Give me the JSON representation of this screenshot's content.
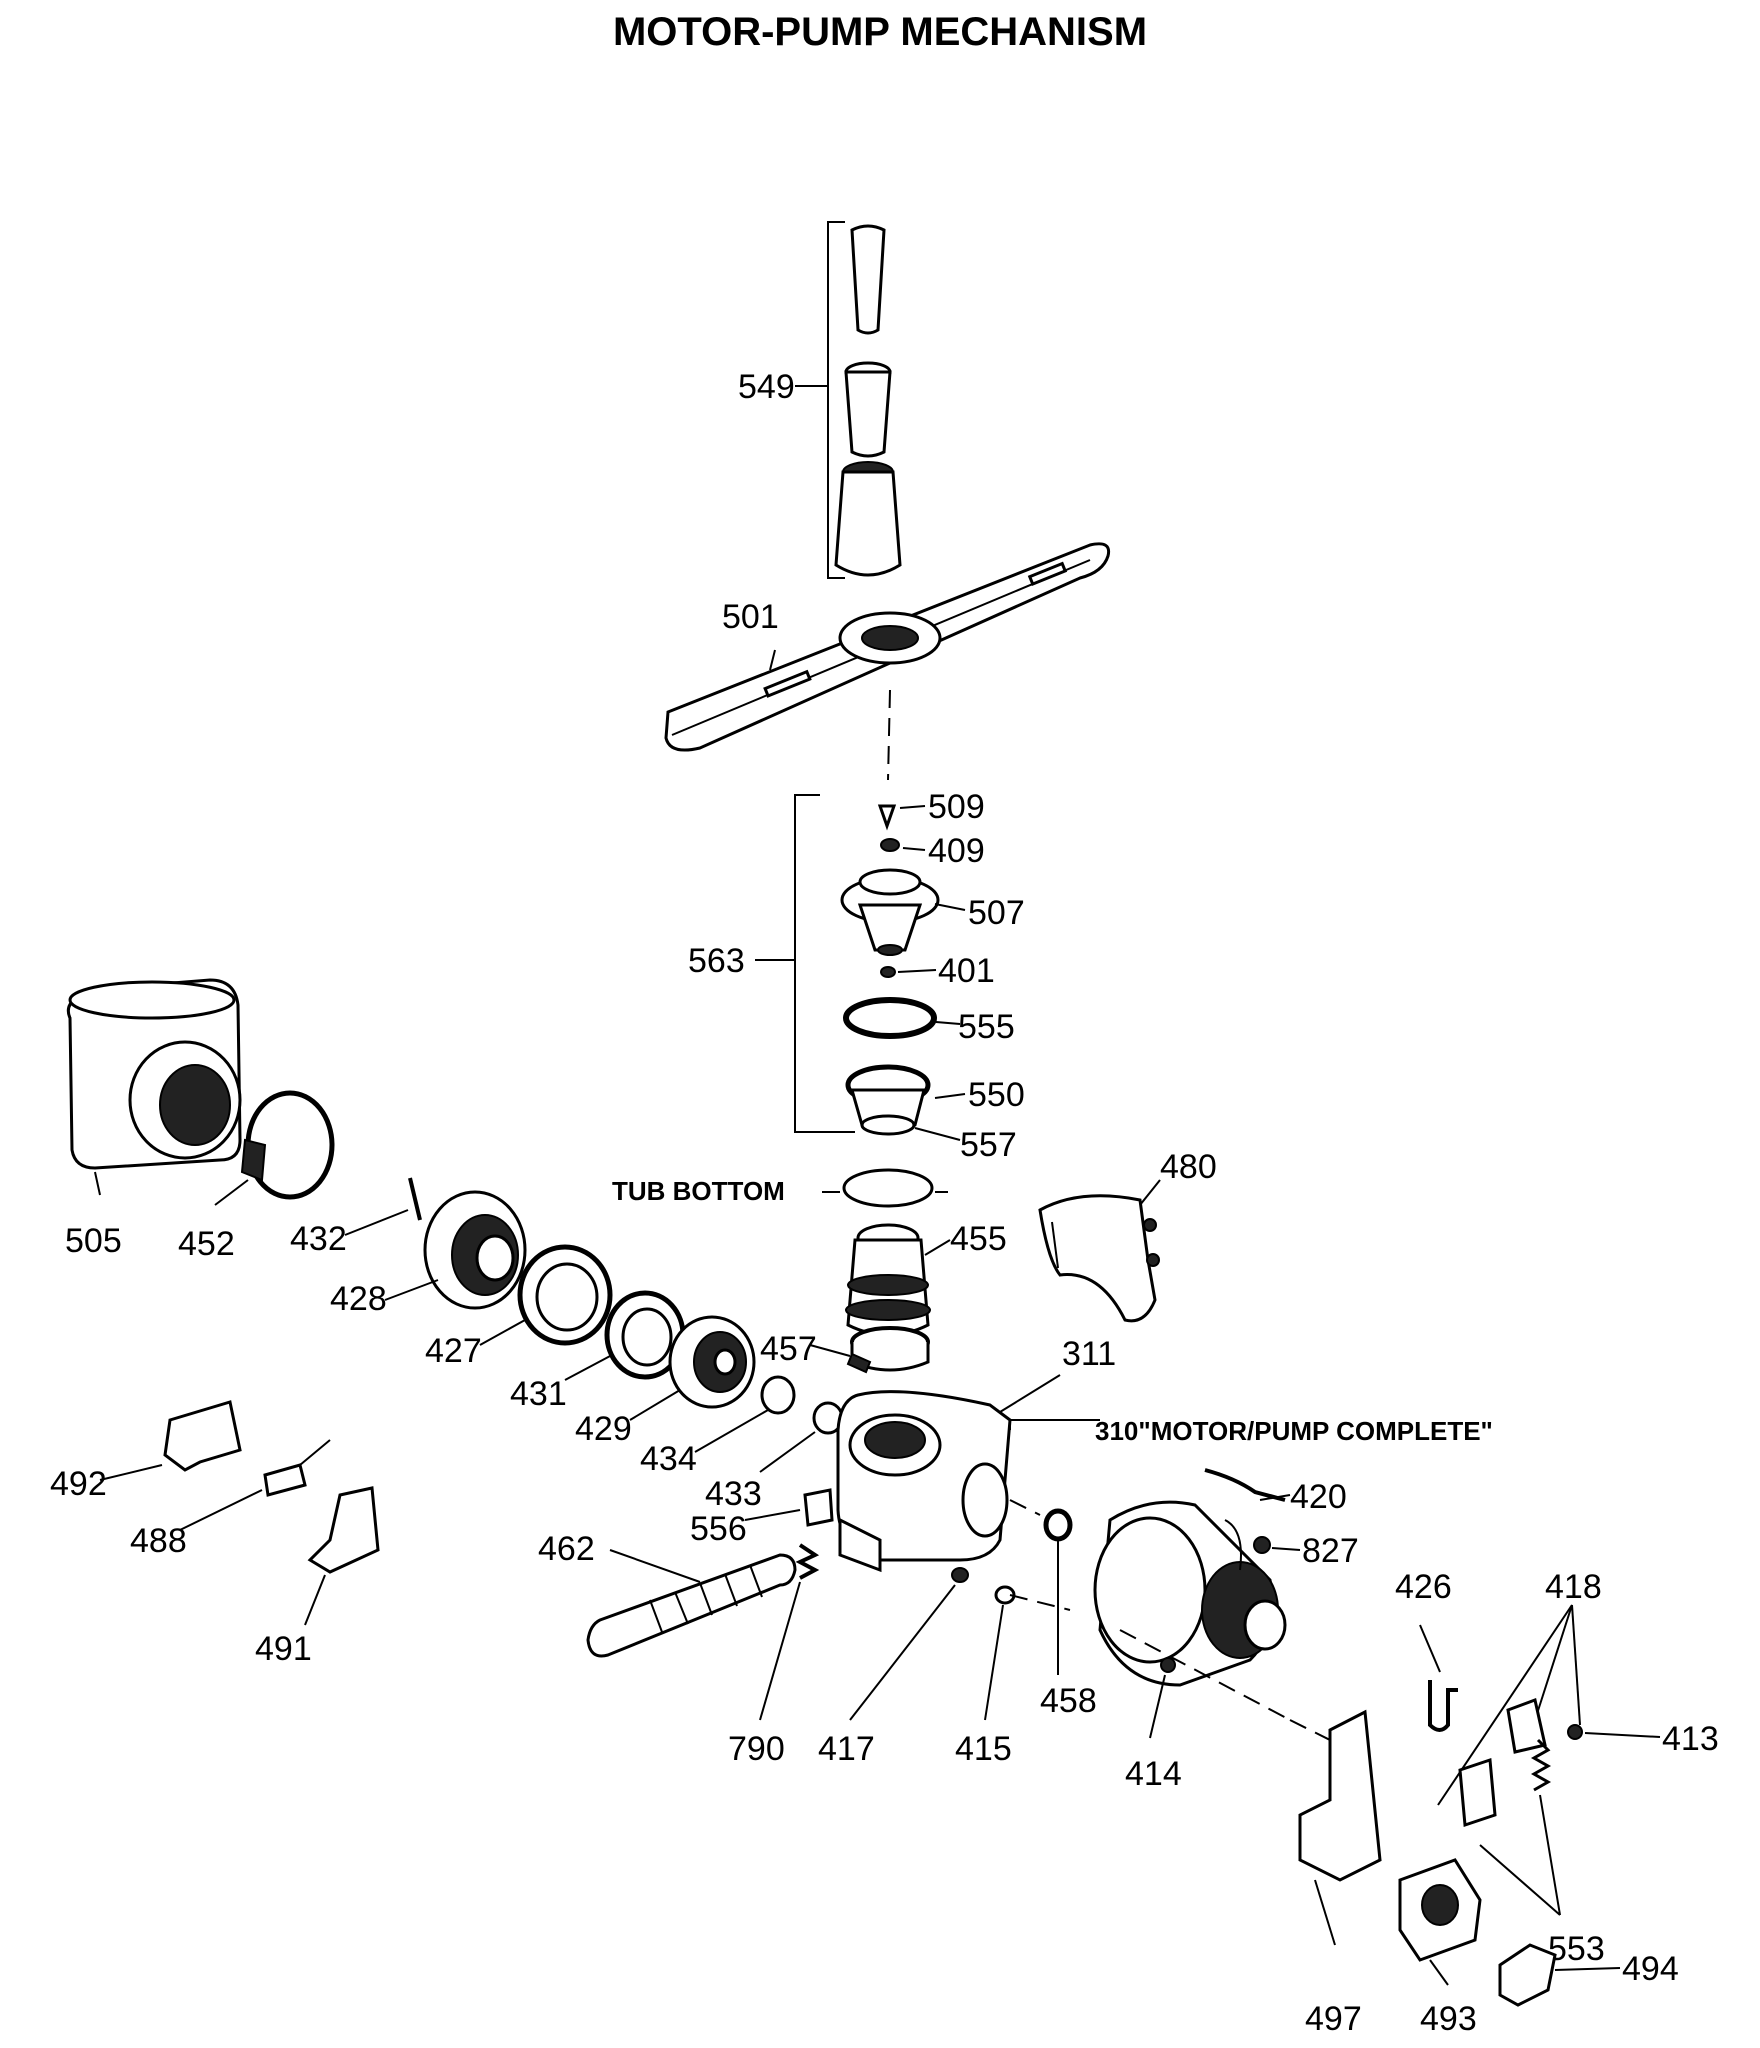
{
  "title": "MOTOR-PUMP MECHANISM",
  "notes": {
    "tub_bottom": "TUB BOTTOM",
    "motor_pump": "310\"MOTOR/PUMP COMPLETE\""
  },
  "labels": {
    "p549": "549",
    "p501": "501",
    "p509": "509",
    "p409": "409",
    "p507": "507",
    "p563": "563",
    "p401": "401",
    "p555": "555",
    "p550": "550",
    "p557": "557",
    "p480": "480",
    "p505": "505",
    "p452": "452",
    "p432": "432",
    "p455": "455",
    "p428": "428",
    "p427": "427",
    "p457": "457",
    "p311": "311",
    "p431": "431",
    "p429": "429",
    "p434": "434",
    "p433": "433",
    "p420": "420",
    "p492": "492",
    "p488": "488",
    "p556": "556",
    "p827": "827",
    "p462": "462",
    "p426": "426",
    "p418": "418",
    "p491": "491",
    "p458": "458",
    "p413": "413",
    "p790": "790",
    "p417": "417",
    "p415": "415",
    "p414": "414",
    "p553": "553",
    "p494": "494",
    "p497": "497",
    "p493": "493"
  }
}
